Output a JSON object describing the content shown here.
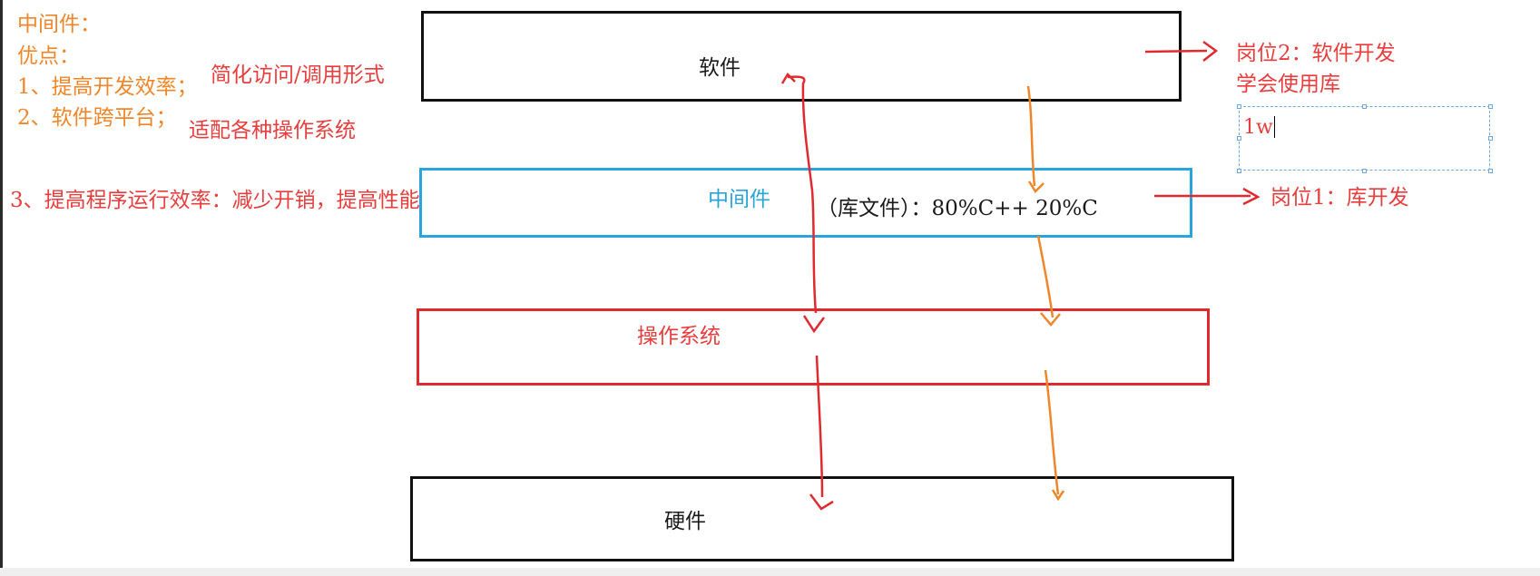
{
  "left_notes": {
    "middleware_title": "中间件：",
    "advantages_label": "优点：",
    "adv_1": "1、提高开发效率；",
    "adv_1_detail": "简化访问/调用形式",
    "adv_2": "2、软件跨平台；",
    "adv_2_detail": "适配各种操作系统",
    "adv_3": "3、提高程序运行效率：减少开销，提高性能"
  },
  "layers": {
    "software": "软件",
    "middleware": "中间件",
    "os": "操作系统",
    "hardware": "硬件"
  },
  "library_note": "（库文件）：80%C++ 20%C",
  "jobs": {
    "job2_title": "岗位2：软件开发",
    "job2_detail": "学会使用库",
    "job1": "岗位1：库开发"
  },
  "text_box": {
    "value": "1w"
  },
  "colors": {
    "orange": "#f0862a",
    "red": "#e83d3d",
    "blue": "#2aa3d8",
    "black": "#1a1a1a"
  }
}
